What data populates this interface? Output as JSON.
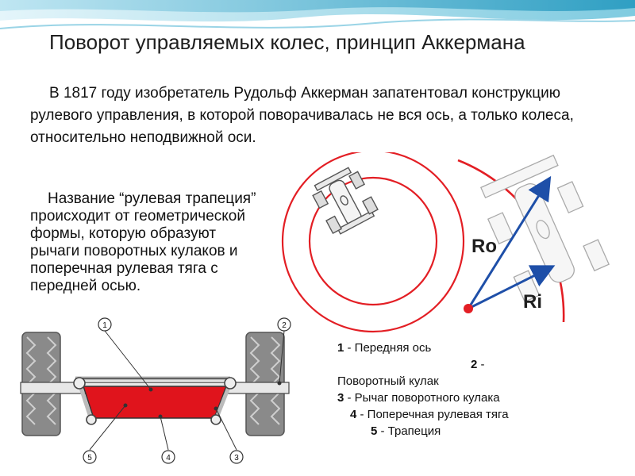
{
  "title": "Поворот управляемых колес, принцип Аккермана",
  "intro": "В 1817 году изобретатель Рудольф Аккерман запатентовал конструкцию рулевого управления, в которой поворачивалась не вся ось, а только колеса, относительно неподвижной оси.",
  "trapezoid_text": "Название “рулевая трапеция” происходит от геометрической формы, которую образуют рычаги поворотных кулаков и поперечная рулевая тяга с передней осью.",
  "radius_labels": {
    "outer": "Ro",
    "inner": "Ri"
  },
  "callouts": [
    "1",
    "2",
    "3",
    "4",
    "5"
  ],
  "legend": [
    {
      "num": "1",
      "text": "- Передняя ось"
    },
    {
      "num": "2",
      "text": "-"
    },
    {
      "num": "",
      "text": "Поворотный кулак"
    },
    {
      "num": "3",
      "text": "- Рычаг поворотного кулака"
    },
    {
      "num": "4",
      "text": "- Поперечная рулевая тяга"
    },
    {
      "num": "5",
      "text": "- Трапеция"
    }
  ],
  "colors": {
    "circle_red": "#e31e24",
    "arrow_blue": "#1e4fa8",
    "trapezoid_red": "#e0141c",
    "header_teal": "#3aa8c8"
  }
}
